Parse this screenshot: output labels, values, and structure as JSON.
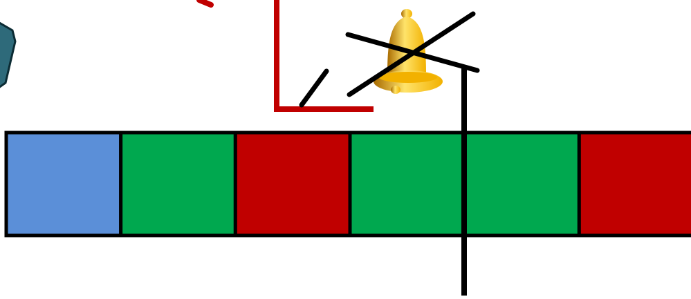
{
  "colors": {
    "background": "#ffffff",
    "outline": "#000000",
    "bracket_red": "#c00000",
    "marker_line": "#000000"
  },
  "squares": [
    {
      "name": "square-1",
      "color": "#5b8fd8"
    },
    {
      "name": "square-2",
      "color": "#00a84f"
    },
    {
      "name": "square-3",
      "color": "#c00000"
    },
    {
      "name": "square-4",
      "color": "#00a84f"
    },
    {
      "name": "square-5",
      "color": "#00a84f"
    },
    {
      "name": "square-6",
      "color": "#c00000"
    }
  ],
  "icons": {
    "bell": "bell-icon",
    "cross_out": "cross-out-mark",
    "gem": "gem-icon"
  },
  "bell_colors": {
    "light": "#ffe36a",
    "mid": "#f2b100",
    "dark": "#a86a00"
  },
  "gem_colors": {
    "face": "#2e6a7a",
    "edge": "#0b2b33"
  }
}
